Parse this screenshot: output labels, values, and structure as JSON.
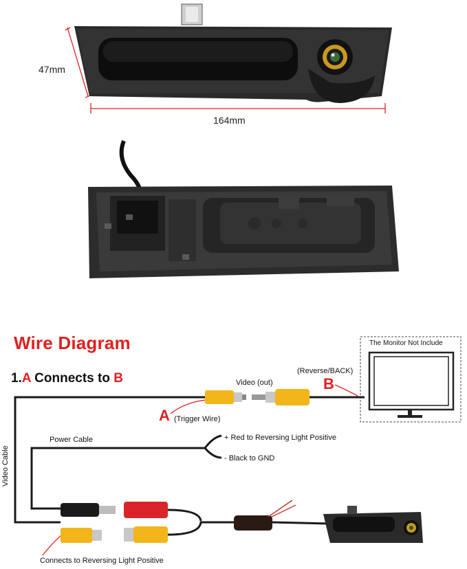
{
  "dimensions": {
    "height": "47mm",
    "width": "164mm"
  },
  "diagram": {
    "title": "Wire Diagram",
    "step_number": "1.",
    "step_letter_a": "A",
    "step_connects": " Connects to ",
    "step_letter_b": "B",
    "monitor_label": "The Monitor Not Include",
    "reverse_label": "(Reverse/BACK)",
    "point_b": "B",
    "video_out": "Video (out)",
    "point_a": "A",
    "trigger_wire": "(Trigger Wire)",
    "power_cable": "Power Cable",
    "red_wire": "+ Red to Reversing Light Positive",
    "black_wire": "- Black to GND",
    "video_cable": "Video Cable",
    "connects_reversing": "Connects to Reversing Light Positive"
  },
  "colors": {
    "accent_red": "#e02020",
    "rca_yellow": "#f2b51a",
    "power_red": "#d9252a"
  }
}
